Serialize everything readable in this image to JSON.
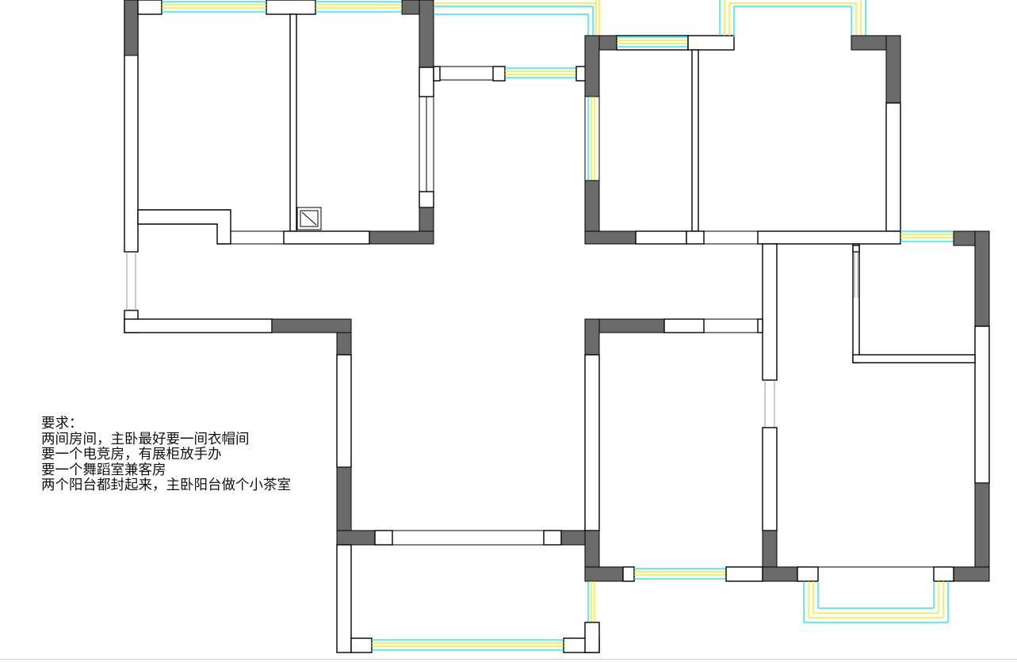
{
  "requirements": {
    "heading": "要求：",
    "lines": [
      "两间房间，主卧最好要一间衣帽间",
      "要一个电竞房，有展柜放手办",
      "要一个舞蹈室兼客房",
      "两个阳台都封起来，主卧阳台做个小茶室"
    ]
  },
  "colors": {
    "wall_fill": "#ffffff",
    "column_fill": "#6b6b6b",
    "window_cyan": "#00e5ff",
    "window_yellow": "#f2e600",
    "line": "#000000"
  }
}
